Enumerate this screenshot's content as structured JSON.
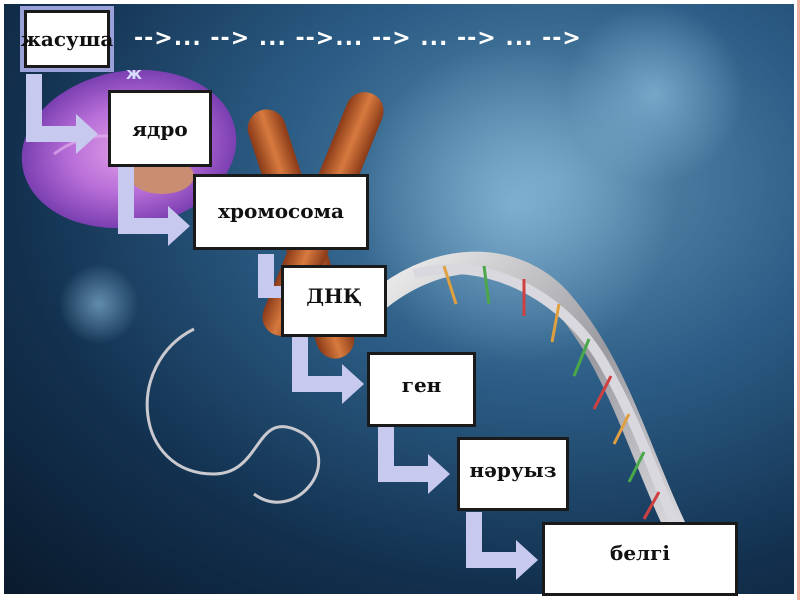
{
  "steps": [
    {
      "label": "жасуша"
    },
    {
      "label": "ядро"
    },
    {
      "label": "хромосома"
    },
    {
      "label": "ДНҚ"
    },
    {
      "label": "ген"
    },
    {
      "label": "нәруыз"
    },
    {
      "label": "белгі"
    }
  ],
  "chain_text": "-->... --> ... -->... --> ... --> ... -->",
  "stray_letter": "ж",
  "colors": {
    "arrow": "#c7c9ee",
    "box_border": "#1a1a1a",
    "cell": "#b777d8",
    "chromosome": "#b5552a"
  },
  "background": "cell-chromosome-dna-illustration"
}
